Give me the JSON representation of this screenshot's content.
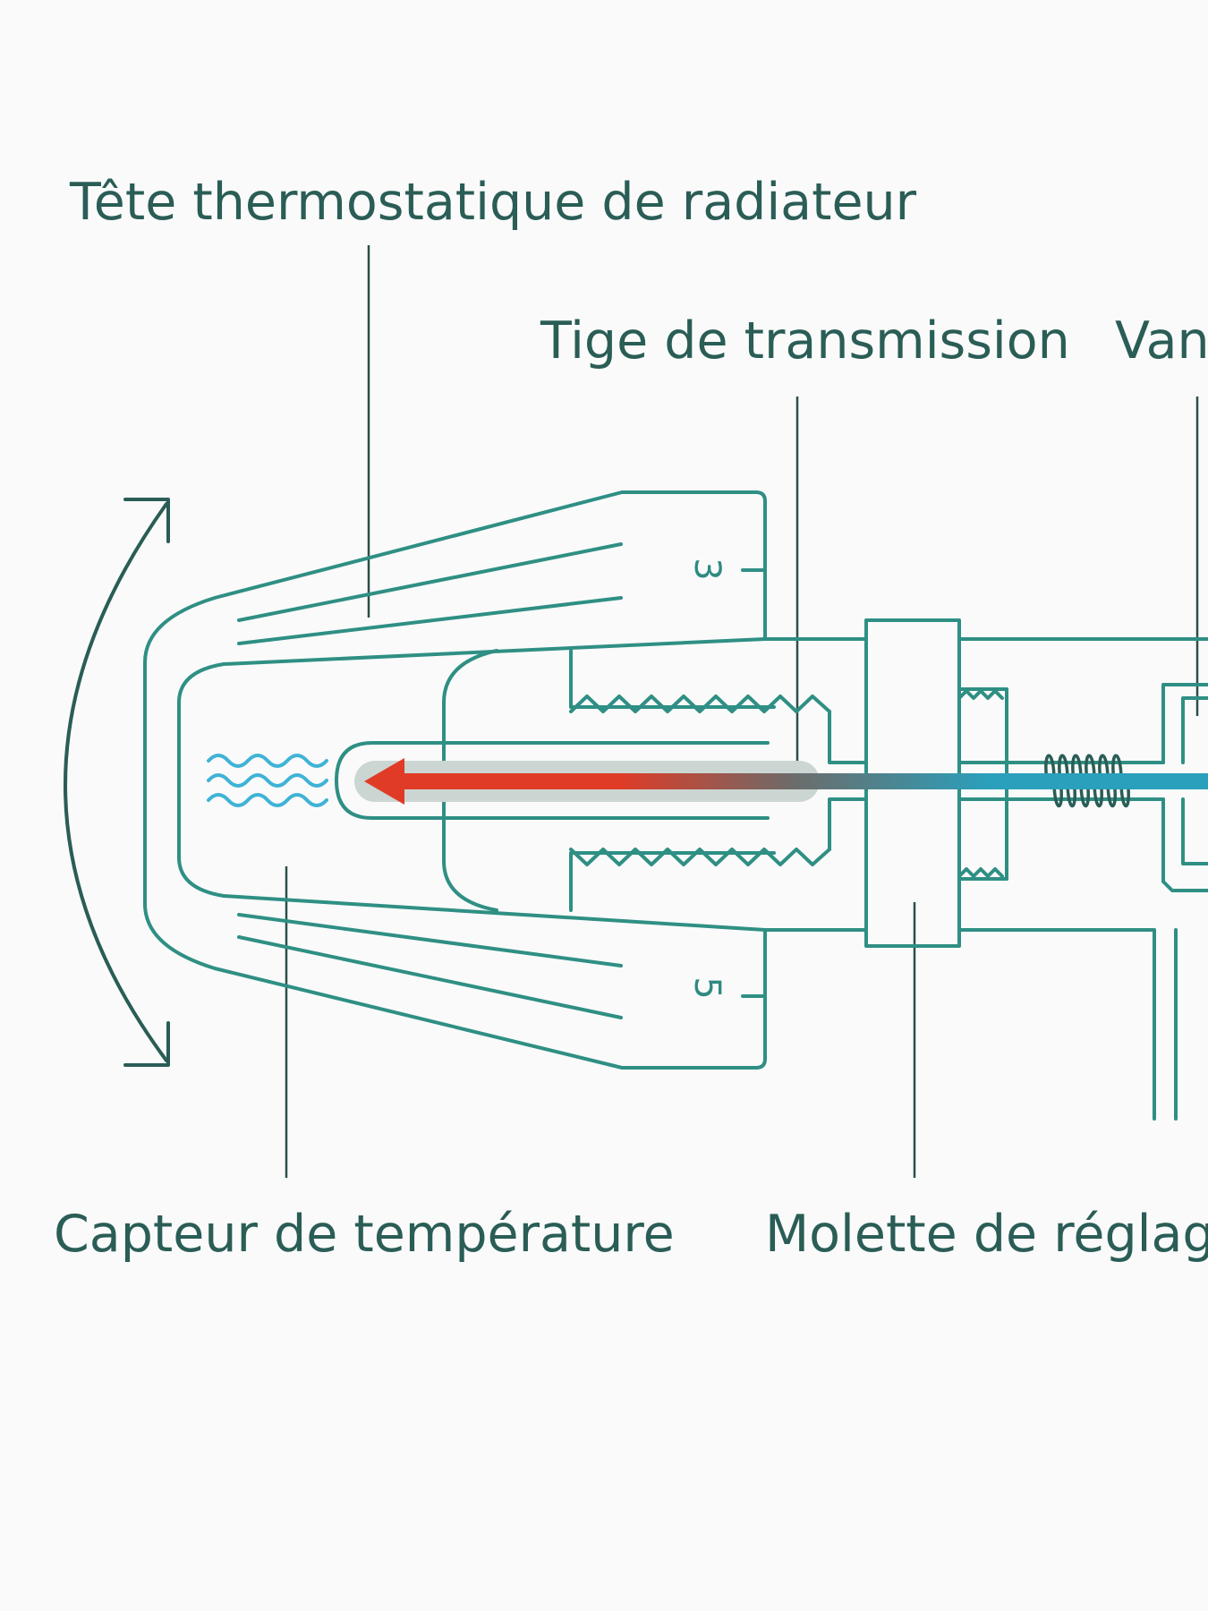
{
  "labels": {
    "head": "Tête thermostatique de radiateur",
    "rod": "Tige de transmission",
    "valve": "Van",
    "sensor": "Capteur de température",
    "knob": "Molette de réglag"
  },
  "scale_marks": {
    "top": "3",
    "bottom": "5"
  },
  "colors": {
    "background": "#fafafa",
    "outline": "#2f8f84",
    "label": "#2a5d56",
    "arrow_hot": "#e03b26",
    "arrow_cold": "#2aa0bc",
    "heat_waves": "#3fb3d6",
    "rod_track": "#cbd6d2"
  }
}
